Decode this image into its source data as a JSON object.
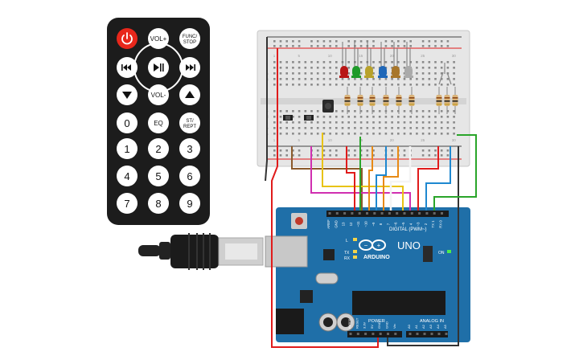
{
  "remote": {
    "power_icon": "power-icon",
    "buttons": [
      {
        "id": "vol-plus",
        "label": "VOL+"
      },
      {
        "id": "func-stop",
        "label_line1": "FUNC/",
        "label_line2": "STOP"
      },
      {
        "id": "prev",
        "icon": "skip-back-icon"
      },
      {
        "id": "play-pause",
        "icon": "play-pause-icon"
      },
      {
        "id": "next",
        "icon": "skip-forward-icon"
      },
      {
        "id": "down",
        "icon": "triangle-down-icon"
      },
      {
        "id": "vol-minus",
        "label": "VOL-"
      },
      {
        "id": "up",
        "icon": "triangle-up-icon"
      },
      {
        "id": "0",
        "label": "0"
      },
      {
        "id": "eq",
        "label": "EQ"
      },
      {
        "id": "st-rept",
        "label_line1": "ST/",
        "label_line2": "REPT"
      },
      {
        "id": "1",
        "label": "1"
      },
      {
        "id": "2",
        "label": "2"
      },
      {
        "id": "3",
        "label": "3"
      },
      {
        "id": "4",
        "label": "4"
      },
      {
        "id": "5",
        "label": "5"
      },
      {
        "id": "6",
        "label": "6"
      },
      {
        "id": "7",
        "label": "7"
      },
      {
        "id": "8",
        "label": "8"
      },
      {
        "id": "9",
        "label": "9"
      }
    ]
  },
  "arduino": {
    "brand": "ARDUINO",
    "model": "UNO",
    "digital_header_label": "DIGITAL (PWM~)",
    "power_label": "POWER",
    "analog_label": "ANALOG IN",
    "on_label": "ON",
    "l_label": "L",
    "tx_label": "TX",
    "rx_label": "RX",
    "top_pins": [
      "AREF",
      "GND",
      "13",
      "12",
      "~11",
      "~10",
      "~9",
      "8",
      "7",
      "~6",
      "~5",
      "4",
      "~3",
      "2",
      "TX 1",
      "RX 0"
    ],
    "power_pins": [
      "IOREF",
      "RESET",
      "3.3V",
      "5V",
      "GND",
      "GND",
      "Vin"
    ],
    "analog_pins": [
      "A0",
      "A1",
      "A2",
      "A3",
      "A4",
      "A5"
    ]
  },
  "breadboard": {
    "column_numbers": [
      "1",
      "5",
      "10",
      "15",
      "20",
      "25",
      "30"
    ],
    "row_letters_top": [
      "j",
      "i",
      "h",
      "g",
      "f"
    ],
    "row_letters_bottom": [
      "e",
      "d",
      "c",
      "b",
      "a"
    ]
  },
  "leds": [
    {
      "color": "#b81414"
    },
    {
      "color": "#1f9a2a"
    },
    {
      "color": "#b8a12a"
    },
    {
      "color": "#1f67b8"
    },
    {
      "color": "#a8762a"
    },
    {
      "color": "#aaaaaa"
    }
  ],
  "colors": {
    "remote_body": "#1c1c1c",
    "remote_button": "#ffffff",
    "power_button": "#e8271b",
    "pcb": "#1f6fa8",
    "breadboard": "#e8e8e8",
    "wire_red": "#e01b1b",
    "wire_black": "#333333"
  }
}
